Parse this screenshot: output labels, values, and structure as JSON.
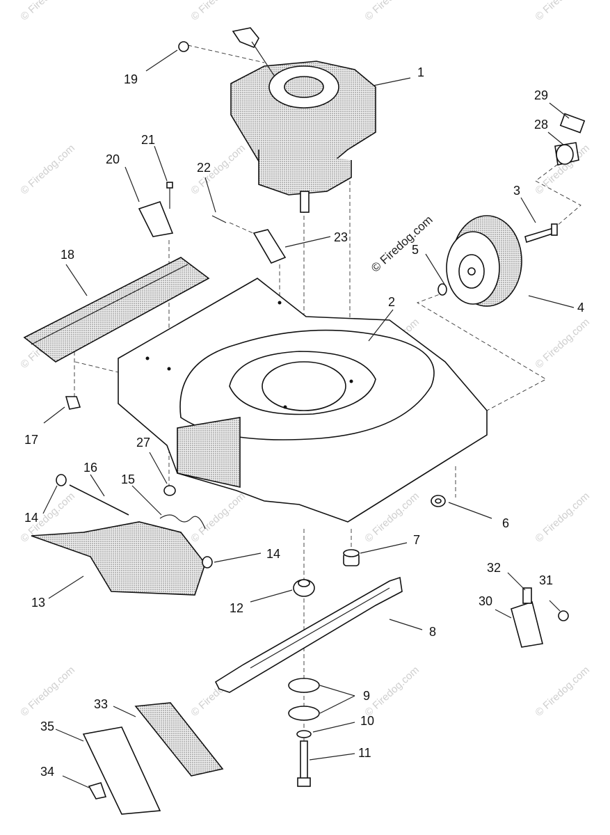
{
  "diagram": {
    "watermark": "© Firedog.com",
    "part_labels": [
      "1",
      "2",
      "3",
      "4",
      "5",
      "6",
      "7",
      "8",
      "9",
      "10",
      "11",
      "12",
      "13",
      "14",
      "14",
      "15",
      "16",
      "17",
      "18",
      "19",
      "20",
      "21",
      "22",
      "23",
      "27",
      "28",
      "29",
      "30",
      "31",
      "32",
      "33",
      "34",
      "35"
    ]
  }
}
